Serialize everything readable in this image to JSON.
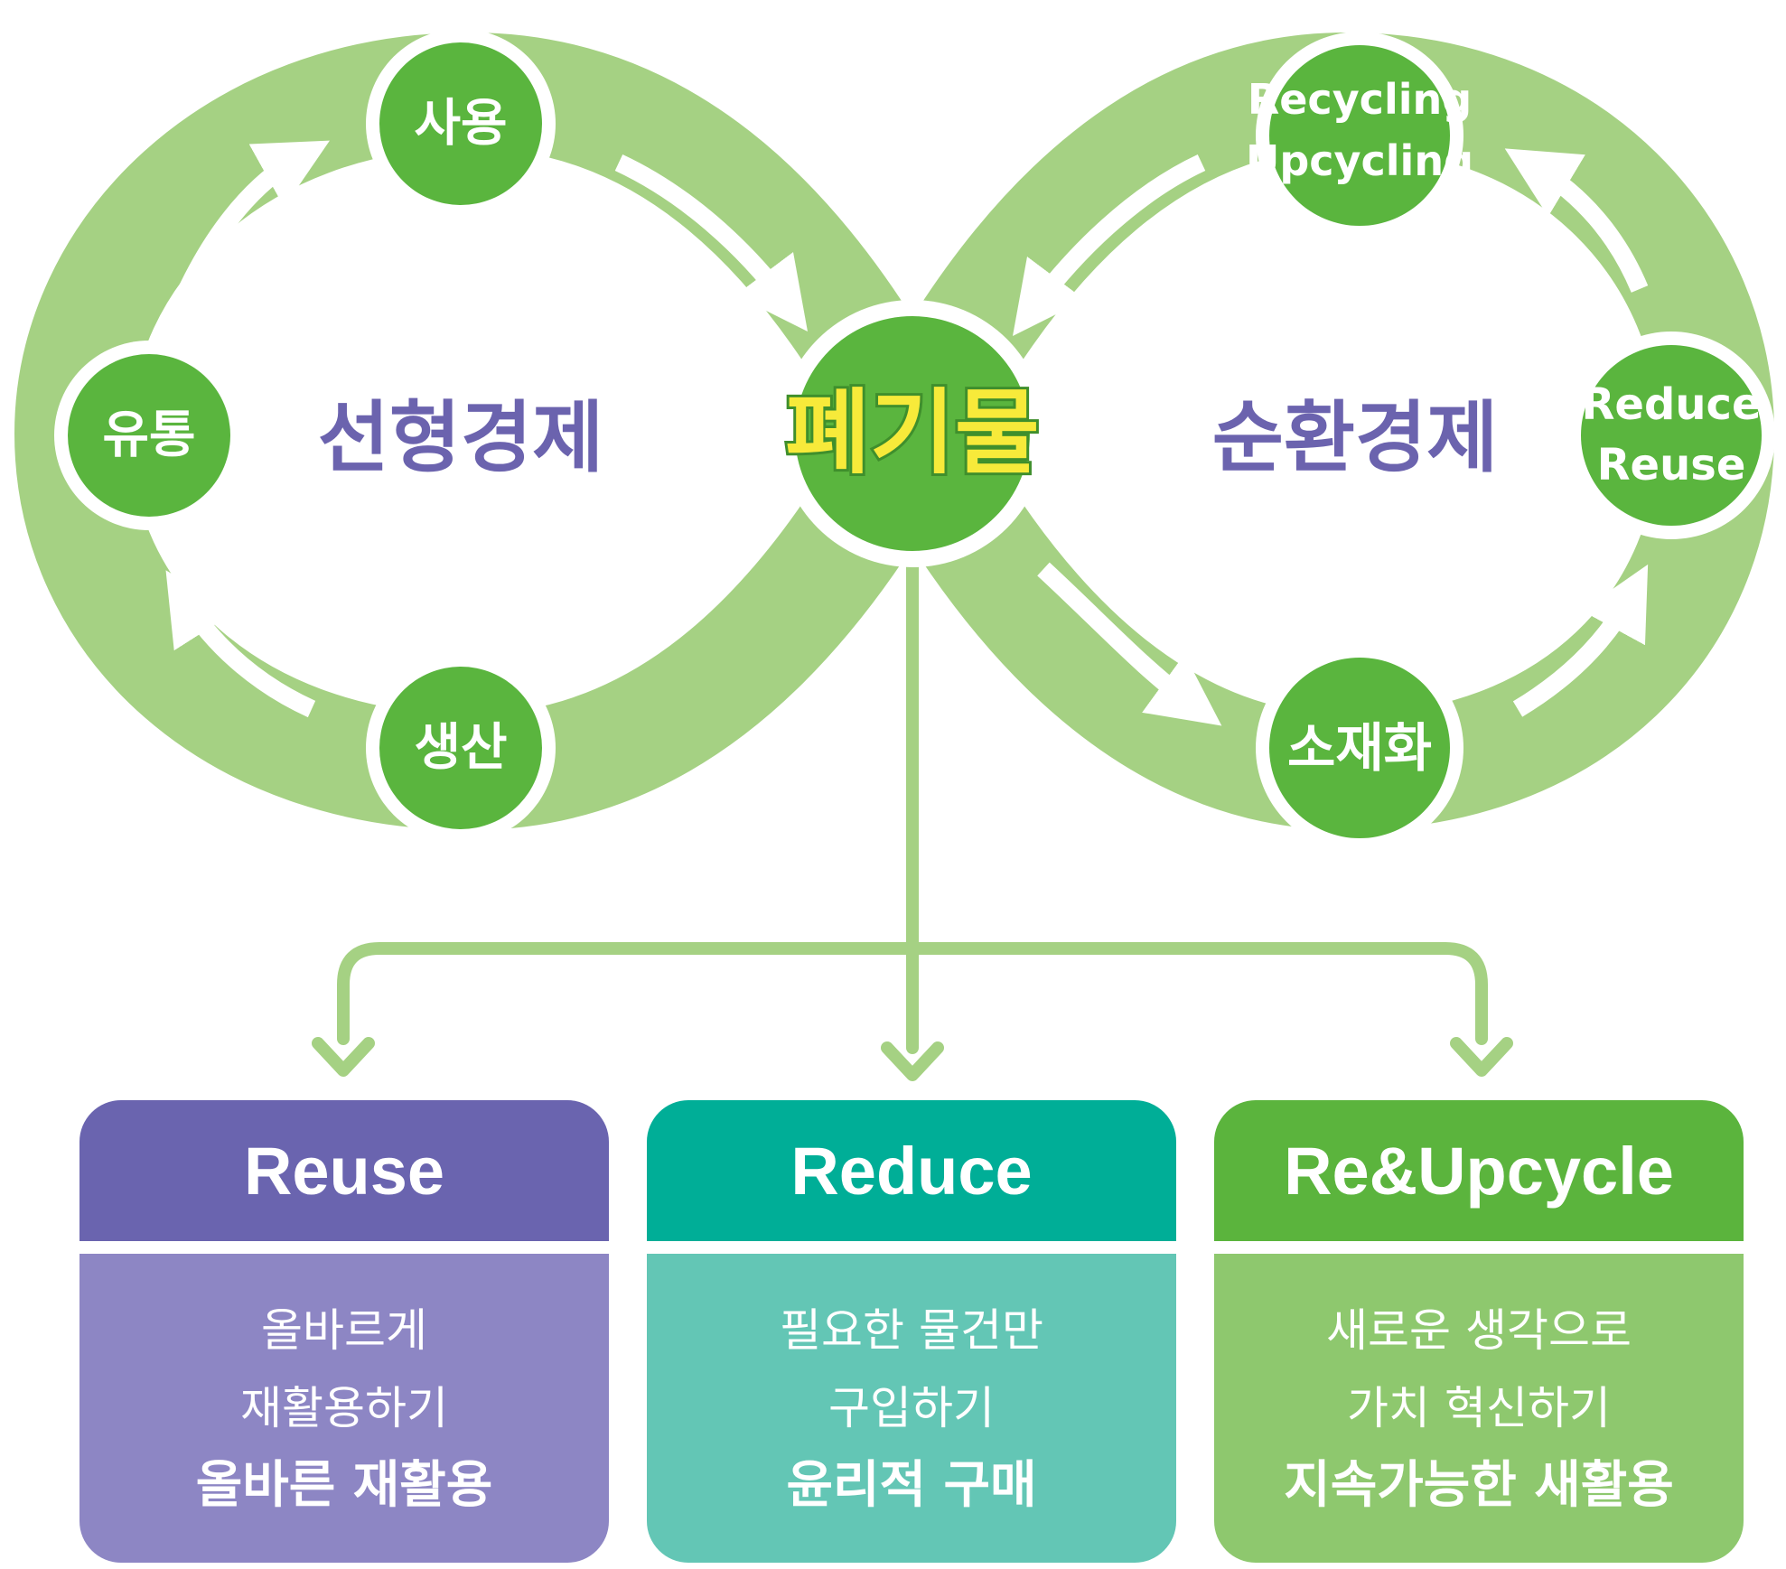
{
  "colors": {
    "band": "#a5d183",
    "node_fill": "#5ab53e",
    "node_ring": "#ffffff",
    "linear_text": "#6b63ae",
    "circular_text": "#6b63ae",
    "center_text": "#f7ea3a",
    "connector": "#a5d183"
  },
  "diagram": {
    "center": {
      "label": "폐기물"
    },
    "linear_economy": {
      "label": "선형경제",
      "nodes": [
        "사용",
        "유통",
        "생산"
      ]
    },
    "circular_economy": {
      "label": "순환경제",
      "nodes": [
        {
          "lines": [
            "Recycling",
            "Upcycling"
          ]
        },
        {
          "lines": [
            "Reduce",
            "Reuse"
          ]
        },
        {
          "lines": [
            "소재화"
          ]
        }
      ]
    }
  },
  "cards": [
    {
      "title": "Reuse",
      "lines": [
        "올바르게",
        "재활용하기"
      ],
      "highlight": "올바른 재활용",
      "head_color": "#6a64af",
      "body_color": "#8d86c4"
    },
    {
      "title": "Reduce",
      "lines": [
        "필요한 물건만",
        "구입하기"
      ],
      "highlight": "윤리적 구매",
      "head_color": "#00ae97",
      "body_color": "#63c6b5"
    },
    {
      "title": "Re&Upcycle",
      "lines": [
        "새로운 생각으로",
        "가치 혁신하기"
      ],
      "highlight": "지속가능한 새활용",
      "head_color": "#5bb43d",
      "body_color": "#8ec86e"
    }
  ]
}
